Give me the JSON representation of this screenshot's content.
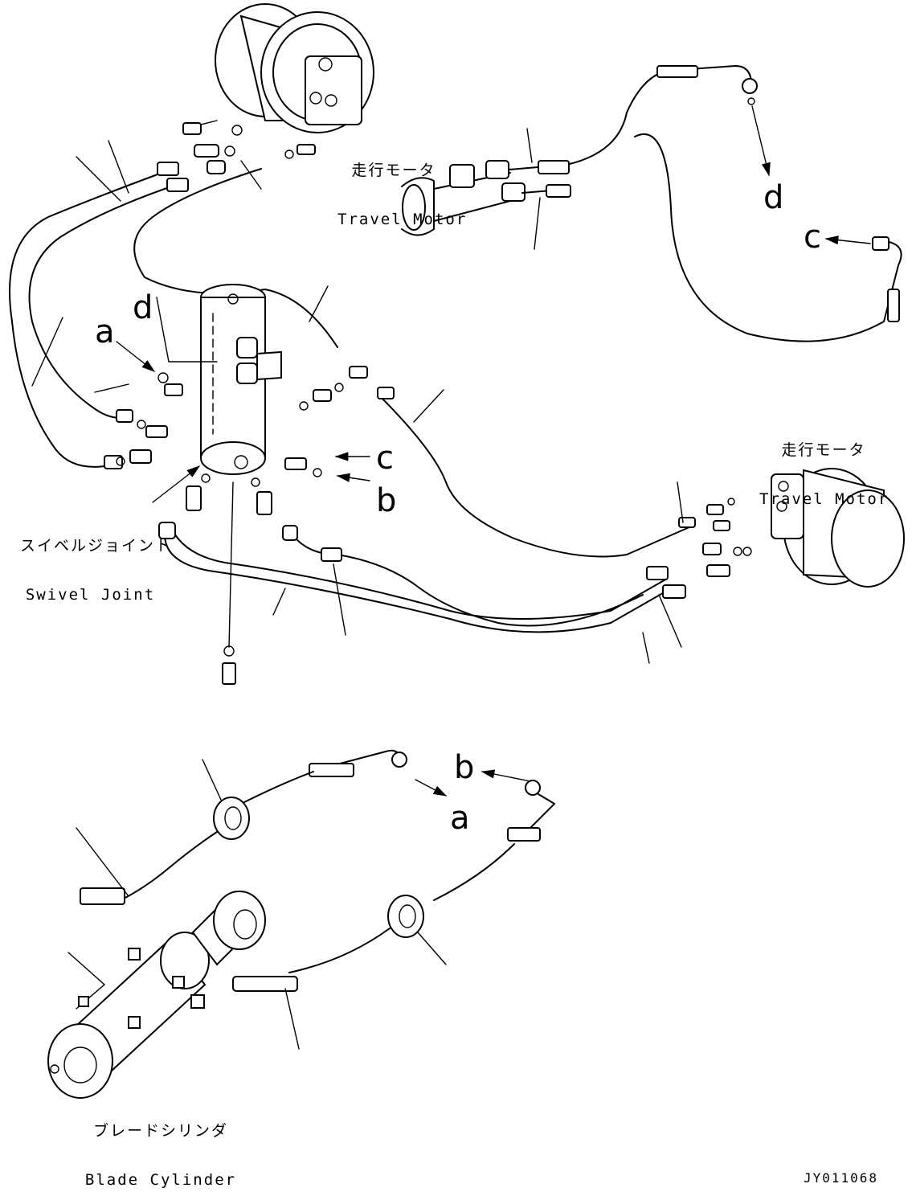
{
  "labels": {
    "travel_motor_top_jp": "走行モータ",
    "travel_motor_top_en": "Travel Motor",
    "travel_motor_right_jp": "走行モータ",
    "travel_motor_right_en": "Travel Motor",
    "swivel_joint_jp": "スイベルジョイント",
    "swivel_joint_en": "Swivel Joint",
    "blade_cylinder_jp": "ブレードシリンダ",
    "blade_cylinder_en": "Blade Cylinder",
    "drawing_code": "JY011068"
  },
  "connection_letters": {
    "d_top_right": "d",
    "c_top_right": "c",
    "d_left": "d",
    "a_left": "a",
    "c_right": "c",
    "b_right": "b",
    "b_bottom": "b",
    "a_bottom": "a"
  }
}
